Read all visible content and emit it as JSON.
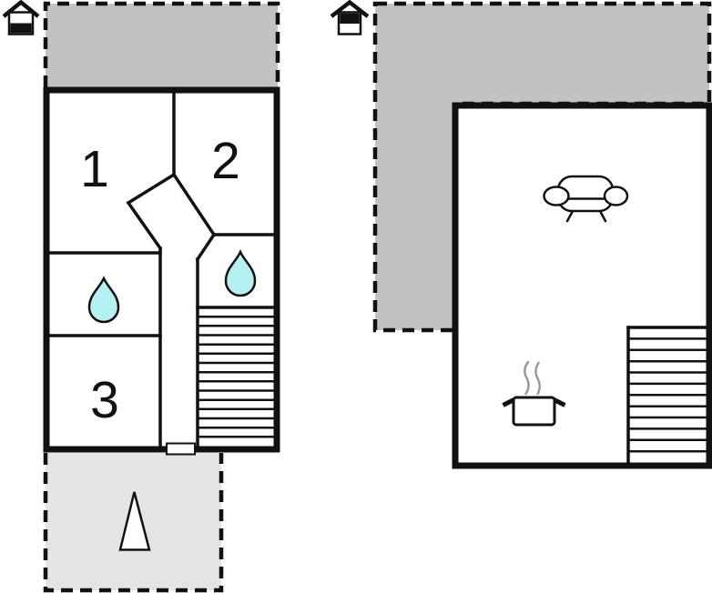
{
  "diagram_type": "floor-plan",
  "colors": {
    "wall": "#111111",
    "balcony_fill": "#c2c2c2",
    "upper_terrace_fill": "#c2c2c2",
    "garden_terrace_fill": "#e4e4e4",
    "water_drop_fill": "#b5f1f3",
    "steam_stroke": "#9a9a9a"
  },
  "floors": [
    {
      "id": "lower-floor-plan",
      "level_indicator_icon": "house-lower-level-filled-icon",
      "rooms": [
        {
          "label": "1"
        },
        {
          "label": "2"
        },
        {
          "label": "3"
        }
      ],
      "icons": [
        "water-drop-icon",
        "water-drop-icon",
        "tree-icon"
      ],
      "areas": [
        "balcony-dashed-area",
        "staircase",
        "garden-terrace-dashed-area",
        "door-opening"
      ]
    },
    {
      "id": "upper-floor-plan",
      "level_indicator_icon": "house-upper-level-filled-icon",
      "rooms": [],
      "icons": [
        "sofa-icon",
        "cooking-pot-icon"
      ],
      "areas": [
        "l-shaped-terrace-dashed-area",
        "staircase"
      ]
    }
  ]
}
